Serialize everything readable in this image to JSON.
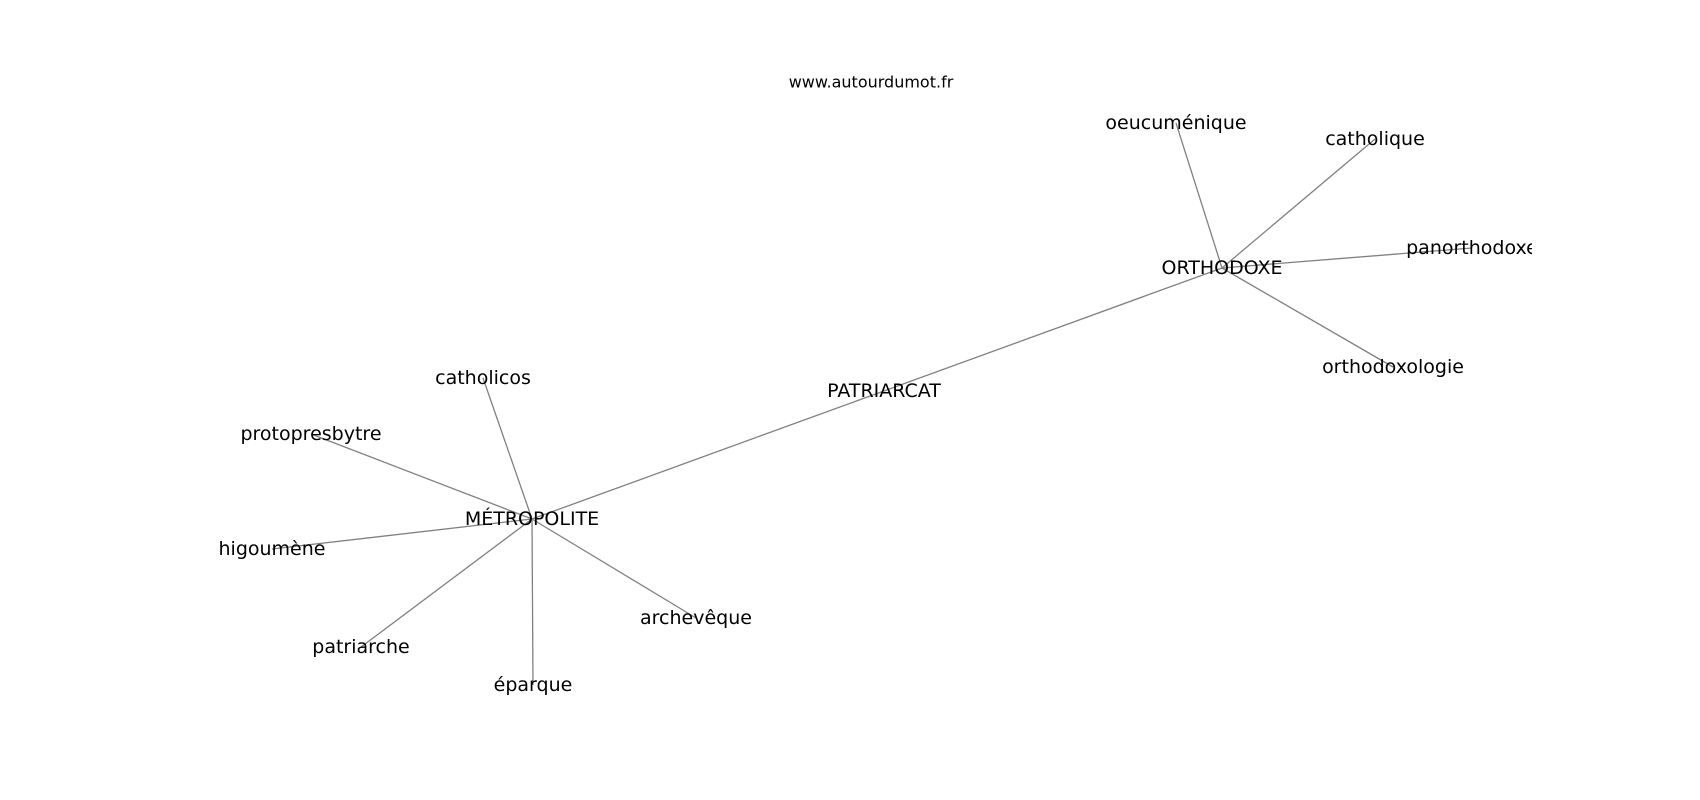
{
  "watermark": "www.autourdumot.fr",
  "graph": {
    "nodes": [
      {
        "id": "patriarcat",
        "label": "PATRIARCAT"
      },
      {
        "id": "metropolite",
        "label": "MÉTROPOLITE"
      },
      {
        "id": "orthodoxe",
        "label": "ORTHODOXE"
      },
      {
        "id": "catholicos",
        "label": "catholicos"
      },
      {
        "id": "protopresbytre",
        "label": "protopresbytre"
      },
      {
        "id": "higoumene",
        "label": "higoumène"
      },
      {
        "id": "patriarche",
        "label": "patriarche"
      },
      {
        "id": "eparque",
        "label": "éparque"
      },
      {
        "id": "archeveque",
        "label": "archevêque"
      },
      {
        "id": "oecumenique",
        "label": "oeucuménique"
      },
      {
        "id": "catholique",
        "label": "catholique"
      },
      {
        "id": "panorthodoxe",
        "label": "panorthodoxe"
      },
      {
        "id": "orthodoxologie",
        "label": "orthodoxologie"
      }
    ],
    "edges": [
      [
        "metropolite",
        "orthodoxe"
      ],
      [
        "metropolite",
        "catholicos"
      ],
      [
        "metropolite",
        "protopresbytre"
      ],
      [
        "metropolite",
        "higoumene"
      ],
      [
        "metropolite",
        "patriarche"
      ],
      [
        "metropolite",
        "eparque"
      ],
      [
        "metropolite",
        "archeveque"
      ],
      [
        "orthodoxe",
        "oecumenique"
      ],
      [
        "orthodoxe",
        "catholique"
      ],
      [
        "orthodoxe",
        "panorthodoxe"
      ],
      [
        "orthodoxe",
        "orthodoxologie"
      ]
    ]
  }
}
